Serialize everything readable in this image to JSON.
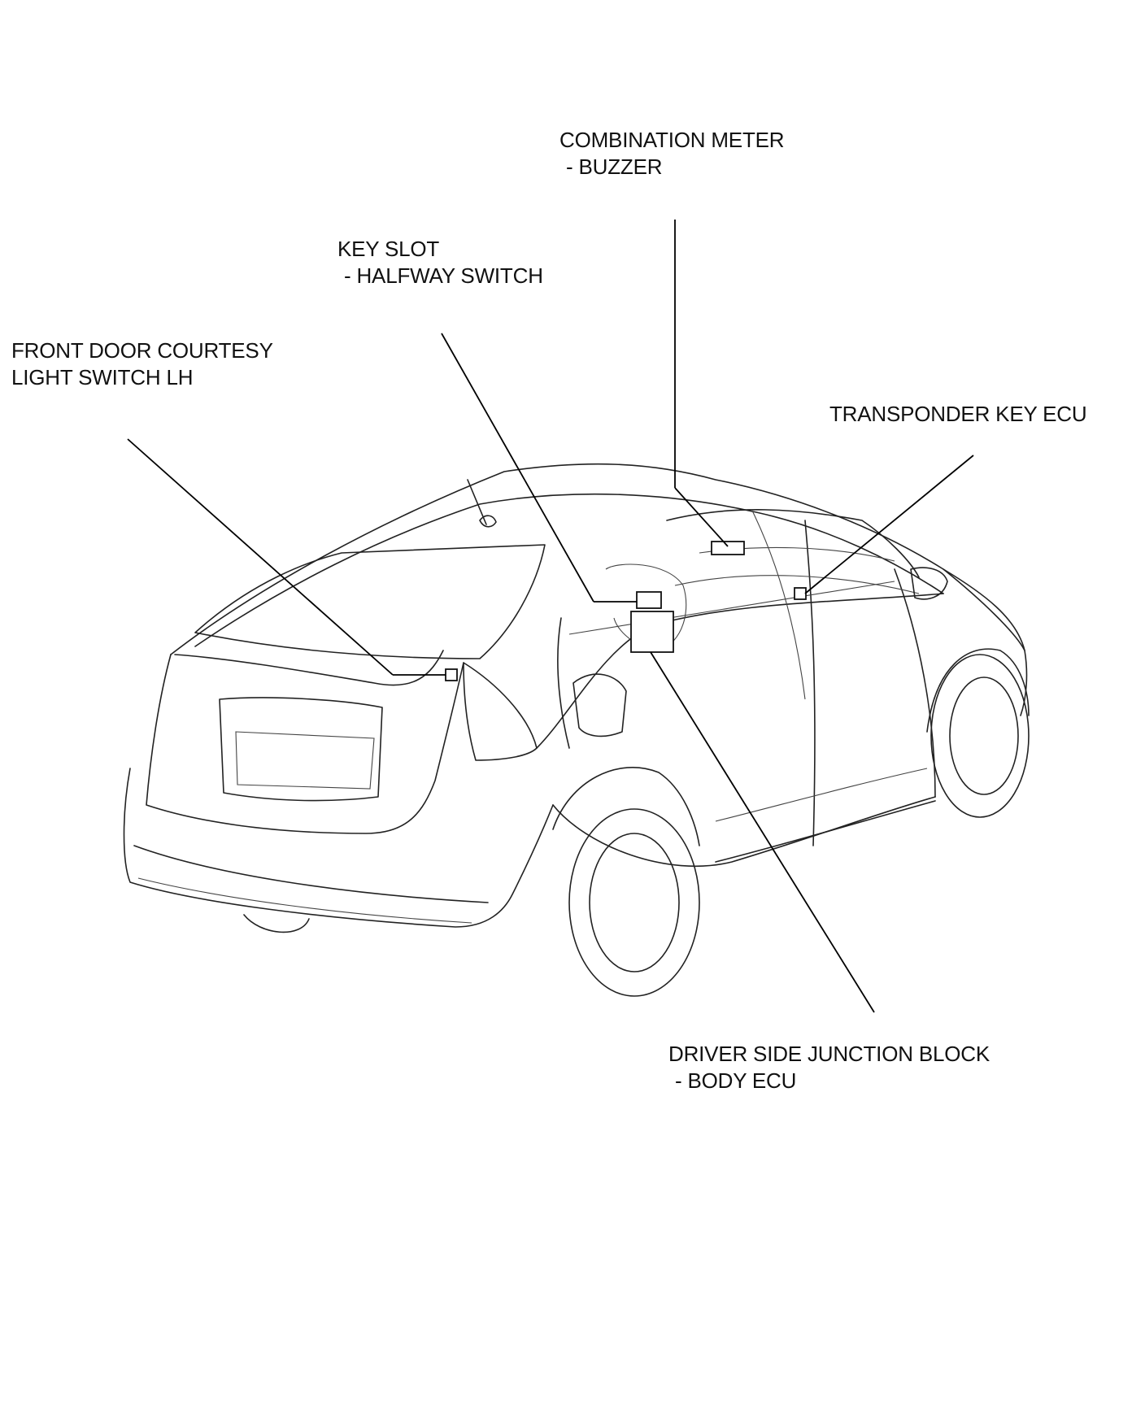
{
  "callouts": {
    "combination_meter": {
      "line1": "COMBINATION METER",
      "line2": "- BUZZER"
    },
    "key_slot": {
      "line1": "KEY SLOT",
      "line2": "- HALFWAY SWITCH"
    },
    "front_door": {
      "line1": "FRONT DOOR COURTESY",
      "line2": "LIGHT SWITCH LH"
    },
    "transponder": {
      "line1": "TRANSPONDER KEY ECU"
    },
    "junction_block": {
      "line1": "DRIVER SIDE JUNCTION BLOCK",
      "line2": "- BODY ECU"
    }
  }
}
